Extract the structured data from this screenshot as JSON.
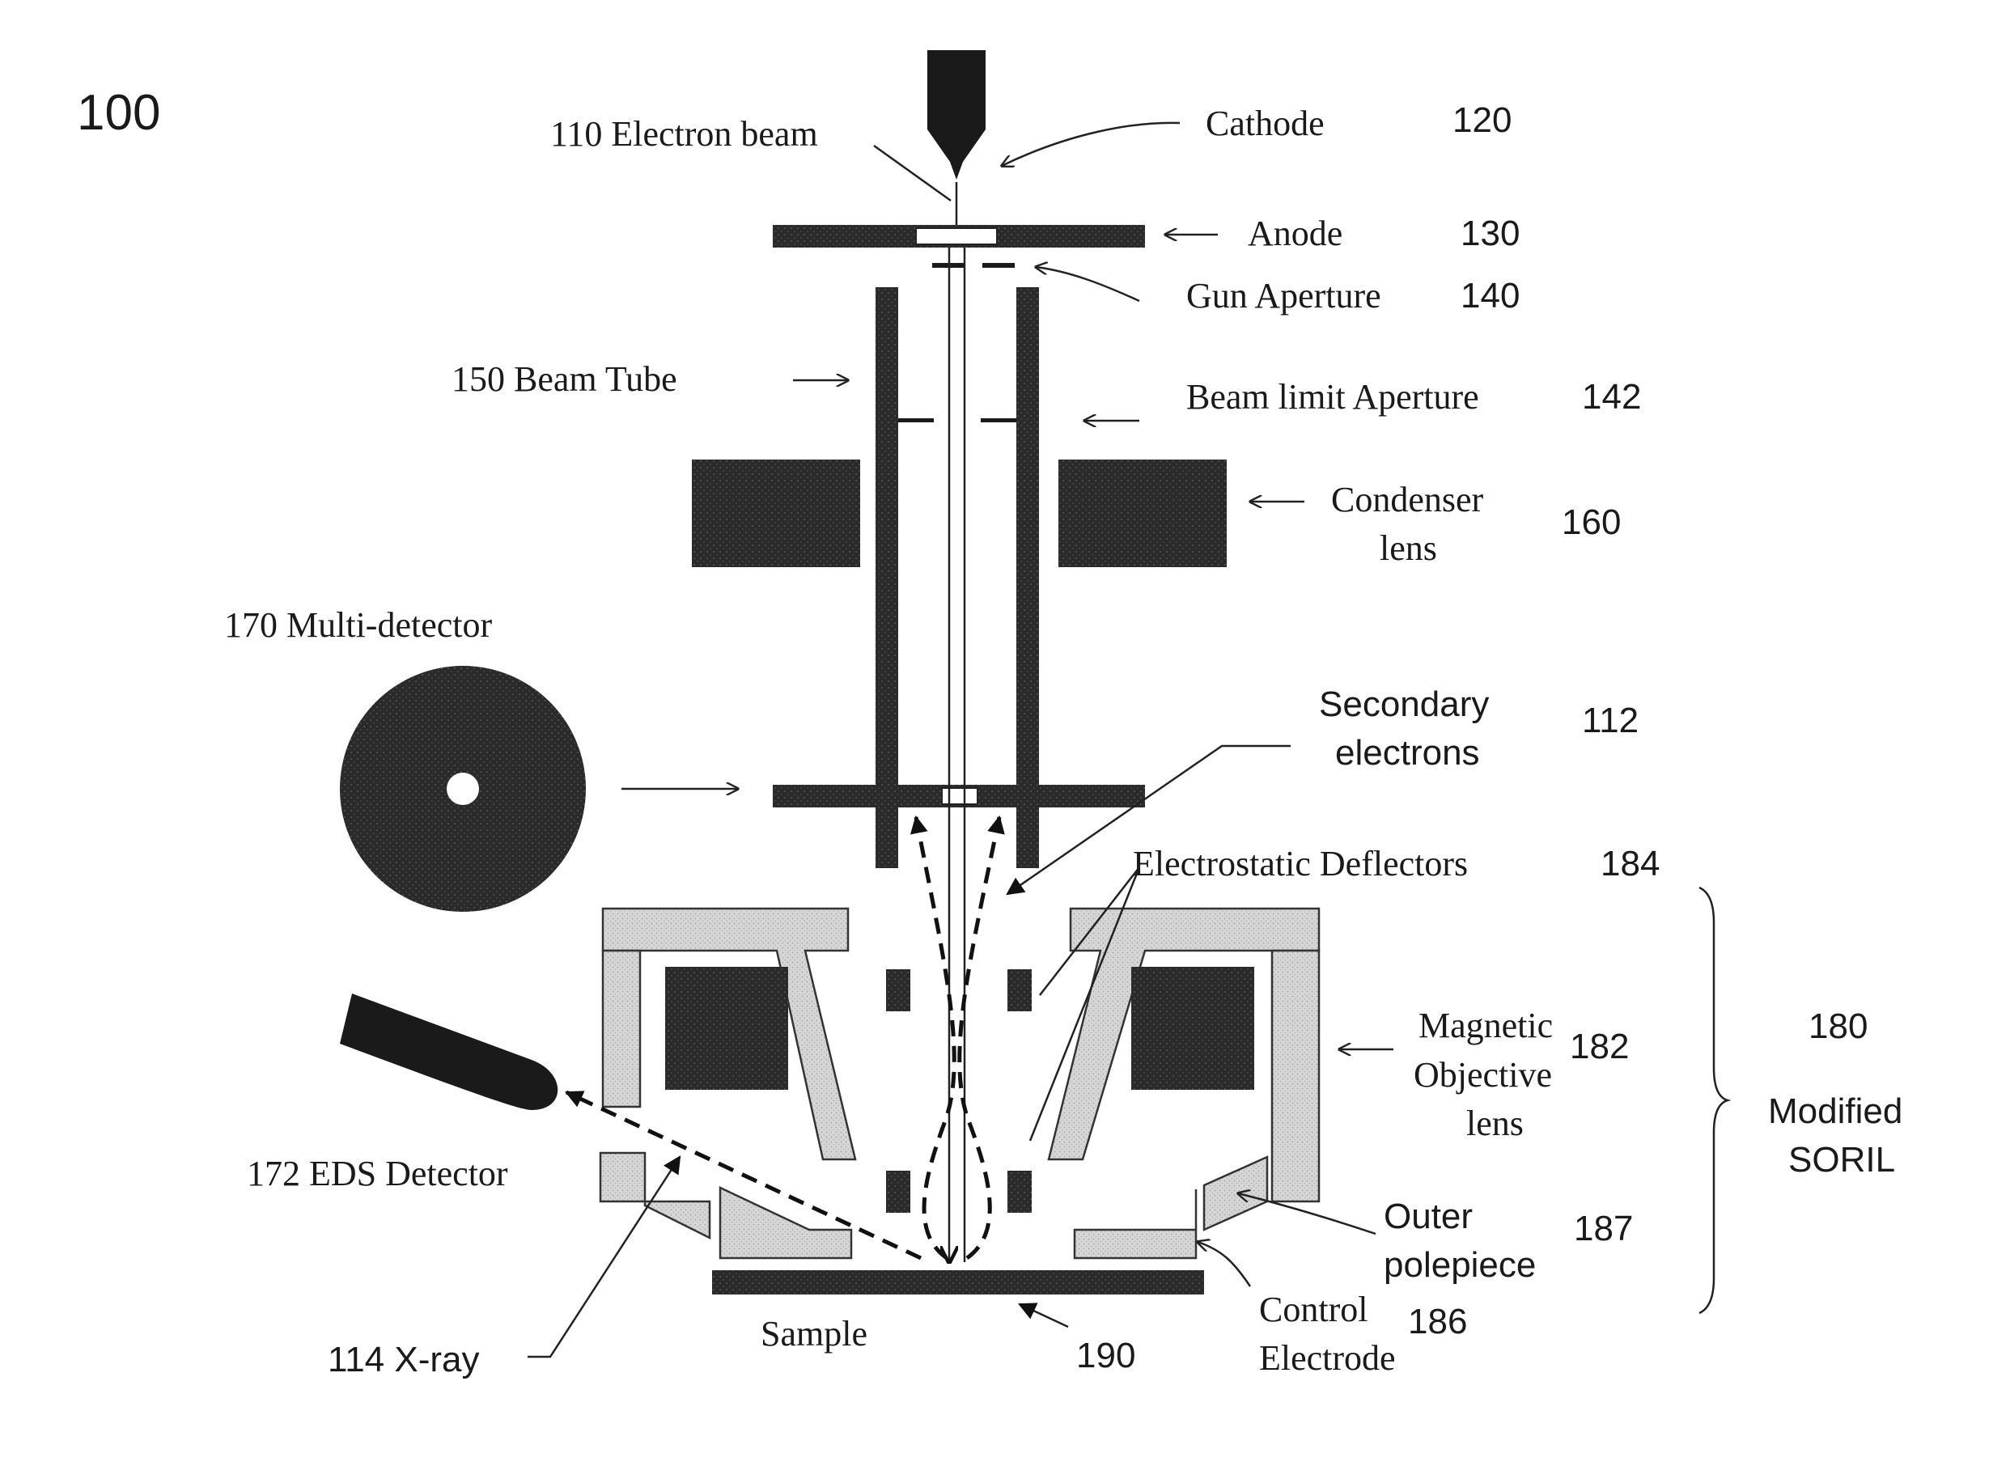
{
  "figure": {
    "number": "100",
    "labels": {
      "electron_beam": "110  Electron beam",
      "cathode": "Cathode",
      "cathode_num": "120",
      "anode": "Anode",
      "anode_num": "130",
      "gun_aperture": "Gun Aperture",
      "gun_aperture_num": "140",
      "beam_tube": "150  Beam Tube",
      "beam_limit_aperture": "Beam limit Aperture",
      "beam_limit_aperture_num": "142",
      "condenser_line1": "Condenser",
      "condenser_line2": "lens",
      "condenser_num": "160",
      "multi_detector": "170 Multi-detector",
      "secondary_line1": "Secondary",
      "secondary_line2": "electrons",
      "secondary_num": "112",
      "deflectors": "Electrostatic Deflectors",
      "deflectors_num": "184",
      "magnetic_line1": "Magnetic",
      "magnetic_line2": "Objective",
      "magnetic_line3": "lens",
      "magnetic_num": "182",
      "soril_num": "180",
      "soril_line1": "Modified",
      "soril_line2": "SORIL",
      "eds_detector": "172 EDS Detector",
      "outer_line1": "Outer",
      "outer_line2": "polepiece",
      "outer_num": "187",
      "xray": "114  X-ray",
      "sample": "Sample",
      "sample_num": "190",
      "control_line1": "Control",
      "control_line2": "Electrode",
      "control_num": "186"
    }
  }
}
